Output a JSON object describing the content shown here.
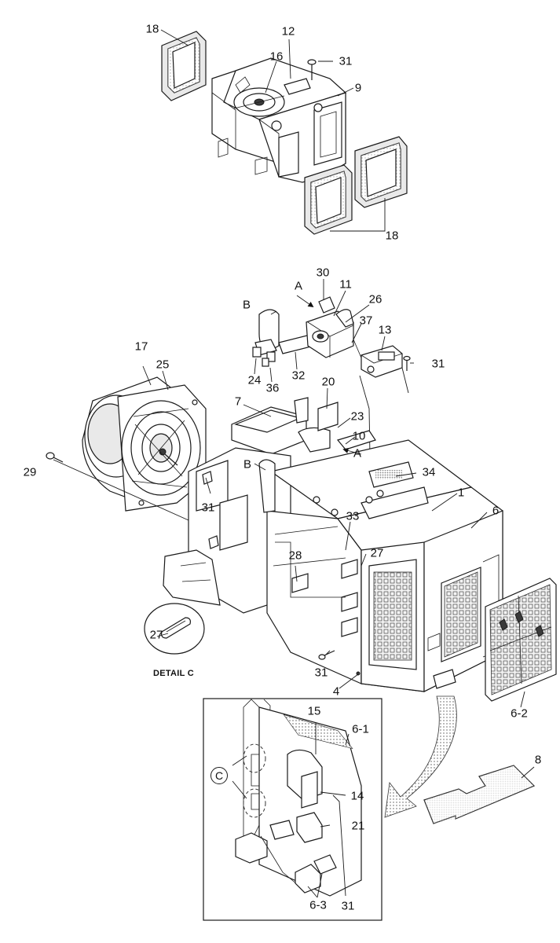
{
  "callouts": {
    "c18a": "18",
    "c12": "12",
    "c16": "16",
    "c31a": "31",
    "c9": "9",
    "c18b": "18",
    "c30": "30",
    "cA1": "A",
    "c11": "11",
    "c26": "26",
    "cB1": "B",
    "c37": "37",
    "c13": "13",
    "c24": "24",
    "c36": "36",
    "c32": "32",
    "c31b": "31",
    "c17": "17",
    "c25": "25",
    "c20": "20",
    "c7": "7",
    "c23": "23",
    "c10": "10",
    "cA2": "A",
    "c29": "29",
    "cB2": "B",
    "c34": "34",
    "c31c": "31",
    "c1": "1",
    "c6": "6",
    "c33": "33",
    "c28": "28",
    "c27a": "27",
    "c27b": "27",
    "c31d": "31",
    "c4": "4",
    "c6_2": "6-2",
    "c15": "15",
    "c6_1": "6-1",
    "c8": "8",
    "c14": "14",
    "c21": "21",
    "c6_3": "6-3",
    "c31e": "31"
  },
  "detail_label": "DETAIL C",
  "circle_c": "C"
}
